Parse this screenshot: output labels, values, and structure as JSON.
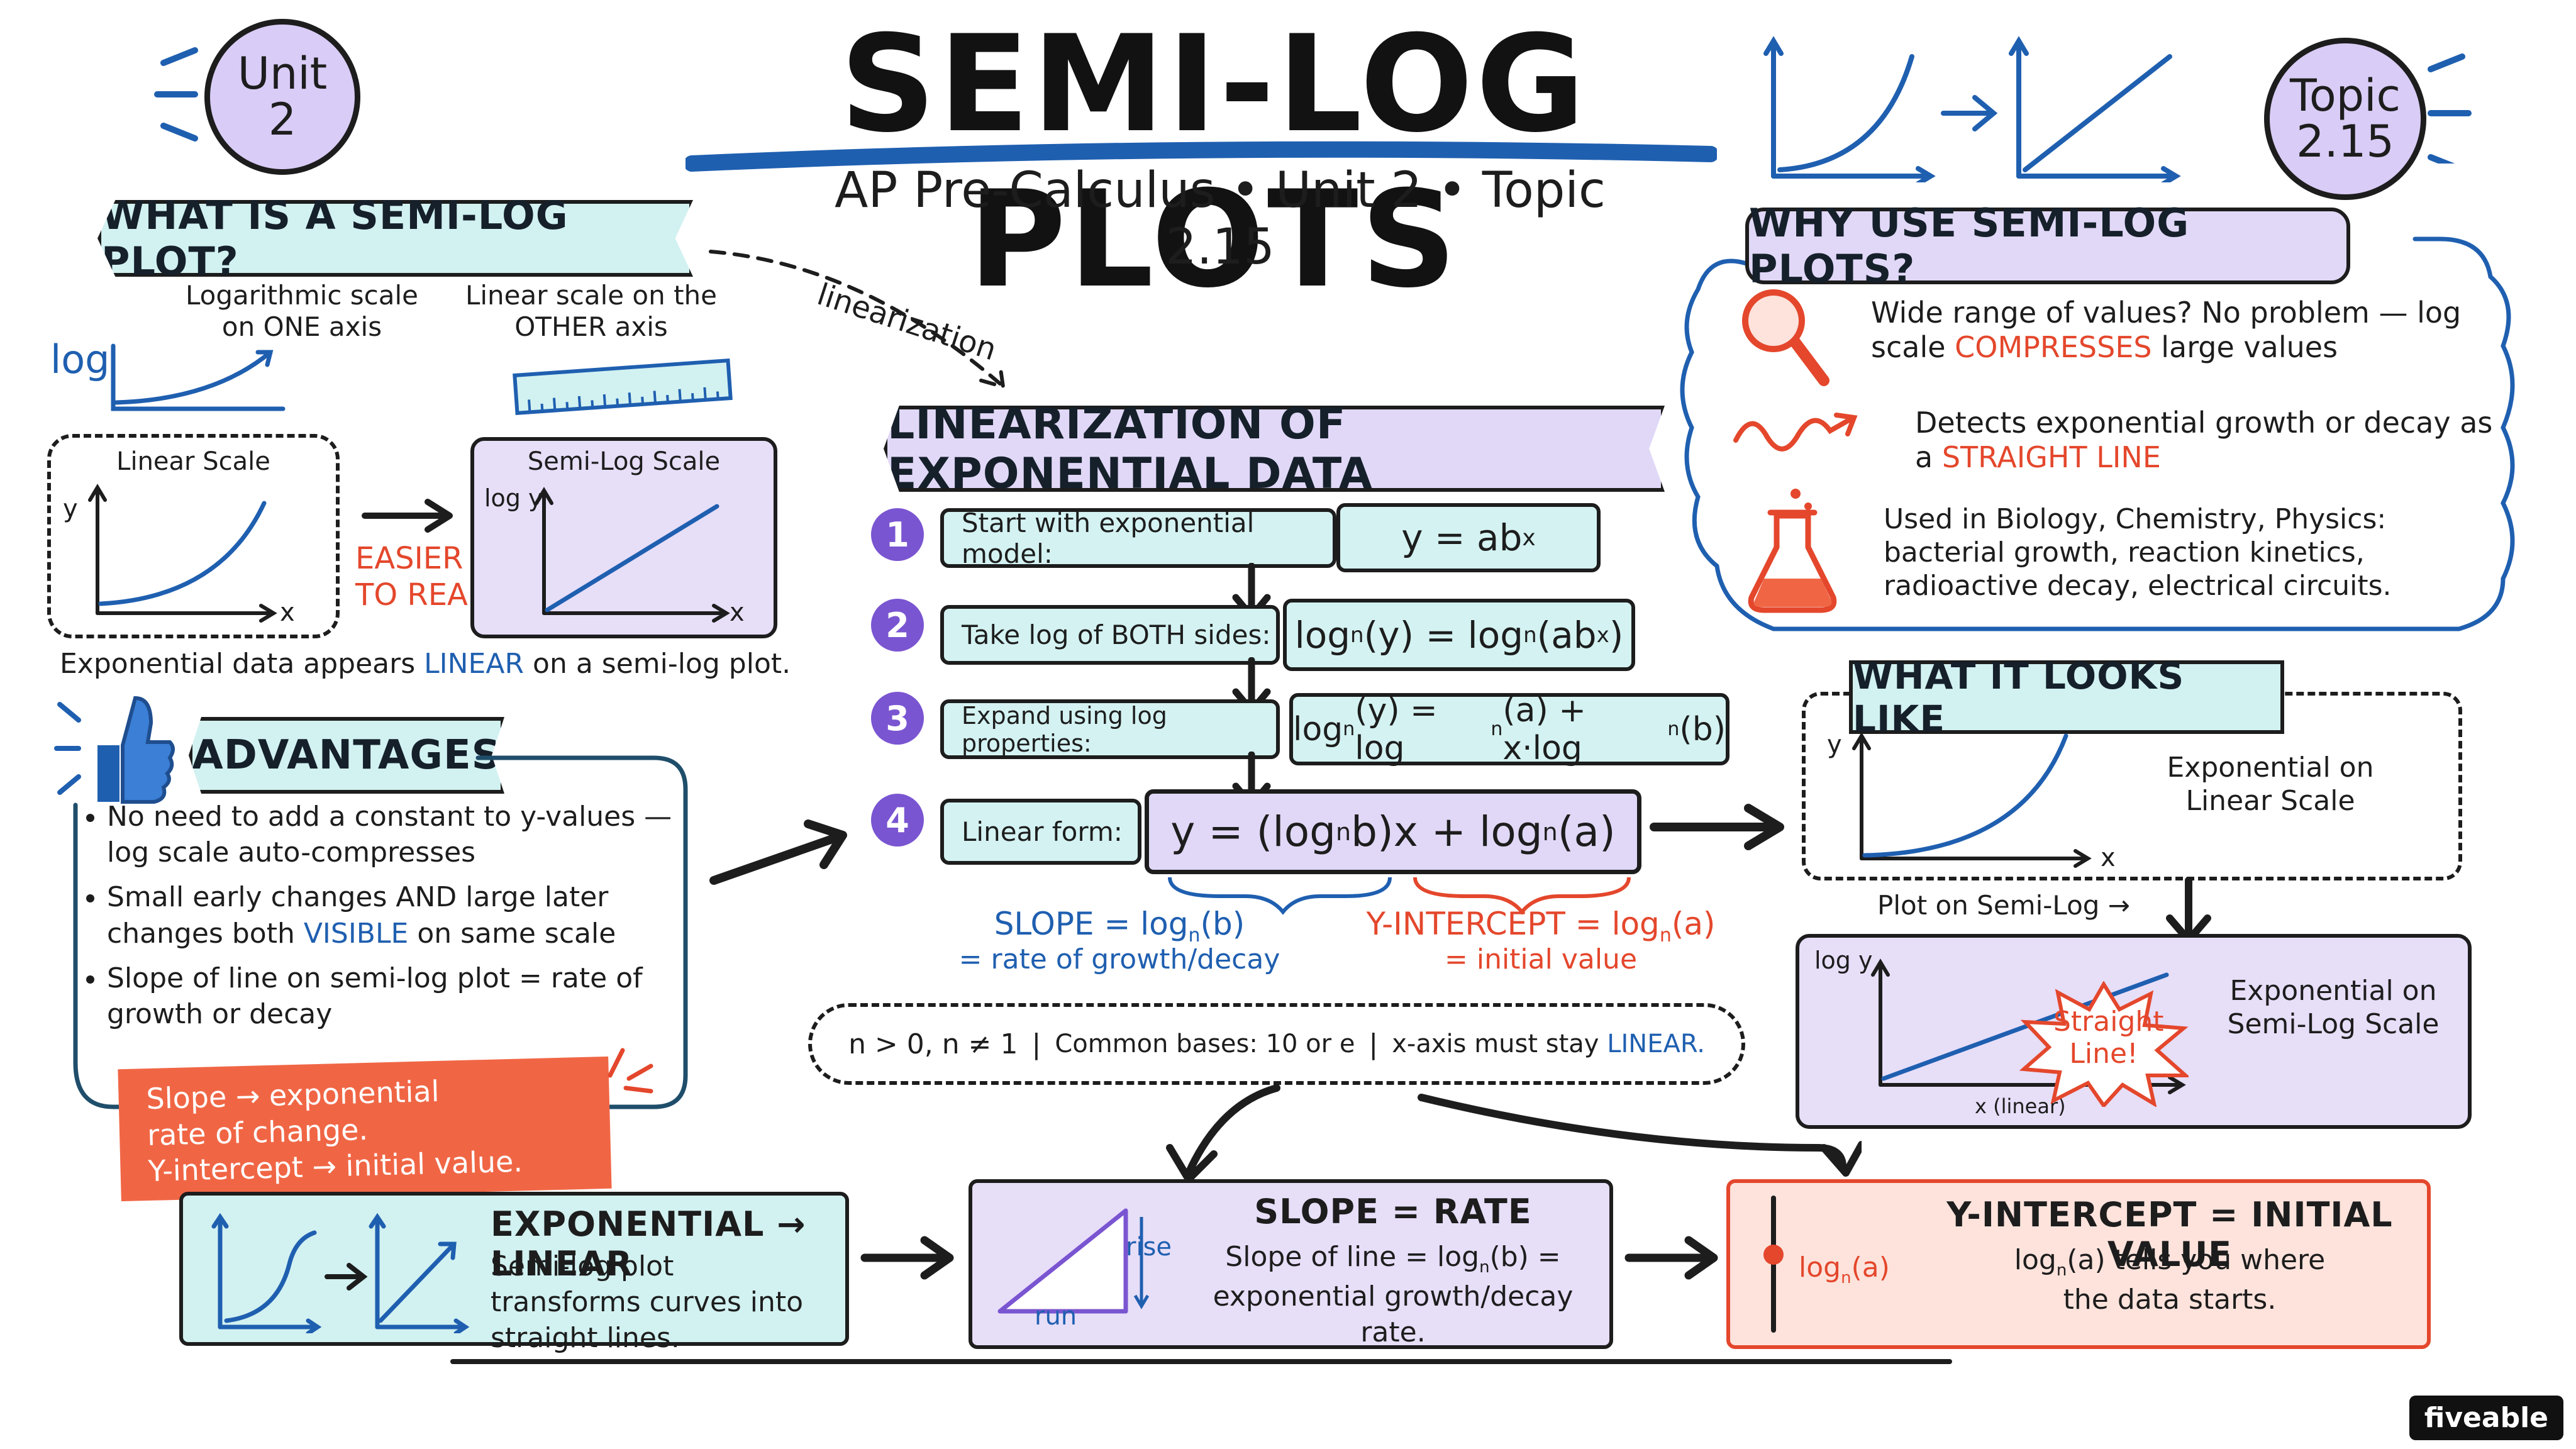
{
  "header": {
    "title": "SEMI-LOG PLOTS",
    "subtitle": "AP Pre-Calculus • Unit 2 • Topic 2.15",
    "unit_badge": [
      "Unit",
      "2"
    ],
    "topic_badge": [
      "Topic",
      "2.15"
    ]
  },
  "what_is": {
    "banner": "WHAT IS A SEMI-LOG PLOT?",
    "log_scale_caption": "Logarithmic scale on ONE axis",
    "linear_scale_caption": "Linear scale on the OTHER axis",
    "log_label": "log",
    "linear_panel_title": "Linear Scale",
    "semilog_panel_title": "Semi-Log Scale",
    "axis_y": "y",
    "axis_x": "x",
    "axis_logy": "log y",
    "easier_line1": "EASIER",
    "easier_line2": "TO READ!",
    "caption_before": "Exponential data appears",
    "caption_highlight": "LINEAR",
    "caption_after": "on a semi-log plot.",
    "linearization_note": "linearization"
  },
  "advantages": {
    "banner": "ADVANTAGES",
    "items": [
      [
        "No need to add a constant to y-values — log scale auto-compresses",
        "",
        ""
      ],
      [
        "Small early changes AND large later changes both",
        "VISIBLE",
        "on same scale"
      ],
      [
        "Slope of line on semi-log plot = rate of growth or decay",
        "",
        ""
      ]
    ],
    "note": [
      "Slope → exponential",
      "rate of change.",
      "Y-intercept → initial value."
    ]
  },
  "linearization": {
    "banner": "LINEARIZATION OF EXPONENTIAL DATA",
    "steps": [
      {
        "num": "1",
        "label": "Start with exponential model:",
        "eq": "y = ab^x"
      },
      {
        "num": "2",
        "label": "Take log of BOTH sides:",
        "eq": "log_n(y) = log_n(ab^x)"
      },
      {
        "num": "3",
        "label": "Expand using log properties:",
        "eq": "log_n(y) = log_n(a) + x·log_n(b)"
      },
      {
        "num": "4",
        "label": "Linear form:",
        "eq": "y = (log_n b)x + log_n(a)"
      }
    ],
    "slope_label": "SLOPE = log_n(b)",
    "slope_sub": "= rate of growth/decay",
    "intercept_label": "Y-INTERCEPT = log_n(a)",
    "intercept_sub": "= initial value",
    "conditions_a": "n > 0,  n ≠ 1",
    "conditions_b": "Common bases: 10 or e",
    "conditions_c_before": "x-axis must stay",
    "conditions_c_highlight": "LINEAR."
  },
  "why": {
    "banner": "WHY USE SEMI-LOG PLOTS?",
    "row1_before": "Wide range of values? No problem — log scale",
    "row1_highlight": "COMPRESSES",
    "row1_after": "large values",
    "row2_before": "Detects exponential growth or decay as a",
    "row2_highlight": "STRAIGHT LINE",
    "row3": "Used in Biology, Chemistry, Physics: bacterial growth, reaction kinetics, radioactive decay, electrical circuits."
  },
  "looks_like": {
    "banner": "WHAT IT LOOKS LIKE",
    "top_caption": "Exponential on Linear Scale",
    "plot_on": "Plot on Semi-Log →",
    "bottom_caption": "Exponential on Semi-Log Scale",
    "starburst": "Straight Line!",
    "axis_y": "y",
    "axis_x": "x",
    "axis_logy": "log y",
    "axis_xlinear": "x (linear)"
  },
  "bottom": {
    "exp_title": "EXPONENTIAL → LINEAR",
    "exp_text": "Semi-log plot transforms curves into straight lines.",
    "slope_title": "SLOPE = RATE",
    "slope_text": "Slope of line = log_n(b) = exponential growth/decay rate.",
    "rise": "rise",
    "run": "run",
    "int_title": "Y-INTERCEPT = INITIAL VALUE",
    "int_text": "log_n(a) tells you where the data starts.",
    "int_marker": "log_n(a)"
  },
  "brand": "fiveable",
  "colors": {
    "blue": "#1f5fb0",
    "red": "#e4472c",
    "teal_bg": "#d2f1f1",
    "purple_bg": "#e1d8f7",
    "salmon_bg": "#fde3dc"
  }
}
